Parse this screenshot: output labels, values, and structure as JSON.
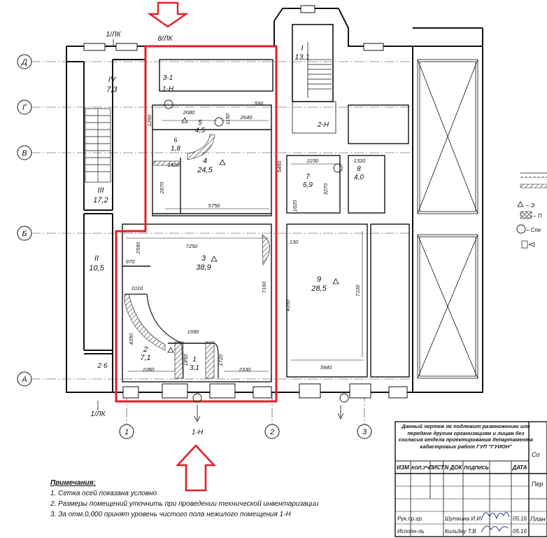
{
  "axes": {
    "rows": [
      "Д",
      "Г",
      "В",
      "Б",
      "А"
    ],
    "cols": [
      "1",
      "2",
      "3"
    ]
  },
  "marks": {
    "top_section": "8/ЛК",
    "left_section_top": "1/ЛК",
    "left_section_bottom": "1/ЛК",
    "section_bottom": "1-Н",
    "section_mid": "3-1",
    "label_1n": "1-Н",
    "label_2n": "2-Н",
    "stair_i": "I",
    "stair_i_area": "13,1"
  },
  "rooms": [
    {
      "num": "1",
      "area": "3,1"
    },
    {
      "num": "2",
      "area": "7,1"
    },
    {
      "num": "3",
      "area": "38,9"
    },
    {
      "num": "4",
      "area": "24,5"
    },
    {
      "num": "5",
      "area": "4,5"
    },
    {
      "num": "6",
      "area": "1,8"
    },
    {
      "num": "7",
      "area": "6,9"
    },
    {
      "num": "8",
      "area": "4,0"
    },
    {
      "num": "9",
      "area": "28,5"
    }
  ],
  "neighbors": [
    {
      "num": "IV",
      "area": "7,3"
    },
    {
      "num": "III",
      "area": "17,2"
    },
    {
      "num": "II",
      "area": "10,5"
    },
    {
      "num": "2",
      "area": "6"
    }
  ],
  "dims": [
    "2680",
    "590",
    "1150",
    "2640",
    "1260",
    "1520",
    "5450",
    "2870",
    "5750",
    "2230",
    "1320",
    "3270",
    "1620",
    "7250",
    "2590",
    "970",
    "1010",
    "4350",
    "7160",
    "130",
    "1690",
    "1850",
    "1720",
    "2280",
    "2330",
    "4160",
    "7100",
    "3940"
  ],
  "legend": [
    "– Э",
    "– П",
    "– Спе"
  ],
  "notes": {
    "heading": "Примечания:",
    "items": [
      "1. Сетка осей показана условно",
      "2. Размеры помещений уточнить при проведении технической инвентаризации",
      "3. За отм.0,000 принят уровень чистого пола нежилого помещения 1-Н"
    ]
  },
  "title_block": {
    "stamp": "Данный чертеж не подлежит размножению или передаче другим организациям и лицам без согласия отдела проектирования департамента кадастровых работ ГУП \"ГУИОН\"",
    "header": [
      "ИЗМ",
      "КОЛ.УЧ",
      "ЛИСТ",
      "N ДОК",
      "ПОДПИСЬ",
      "ДАТА"
    ],
    "rows": [
      {
        "role": "Рук.пр.гр.",
        "name": "Шуткина И.И.",
        "date": "05.16"
      },
      {
        "role": "Исполн-ль",
        "name": "Кильдау Т.В",
        "date": "05.16"
      }
    ],
    "right_cells": [
      "Со",
      "Пер",
      "План"
    ]
  },
  "colors": {
    "highlight": "#e01f26",
    "line": "#111111",
    "hatch": "#444444"
  }
}
